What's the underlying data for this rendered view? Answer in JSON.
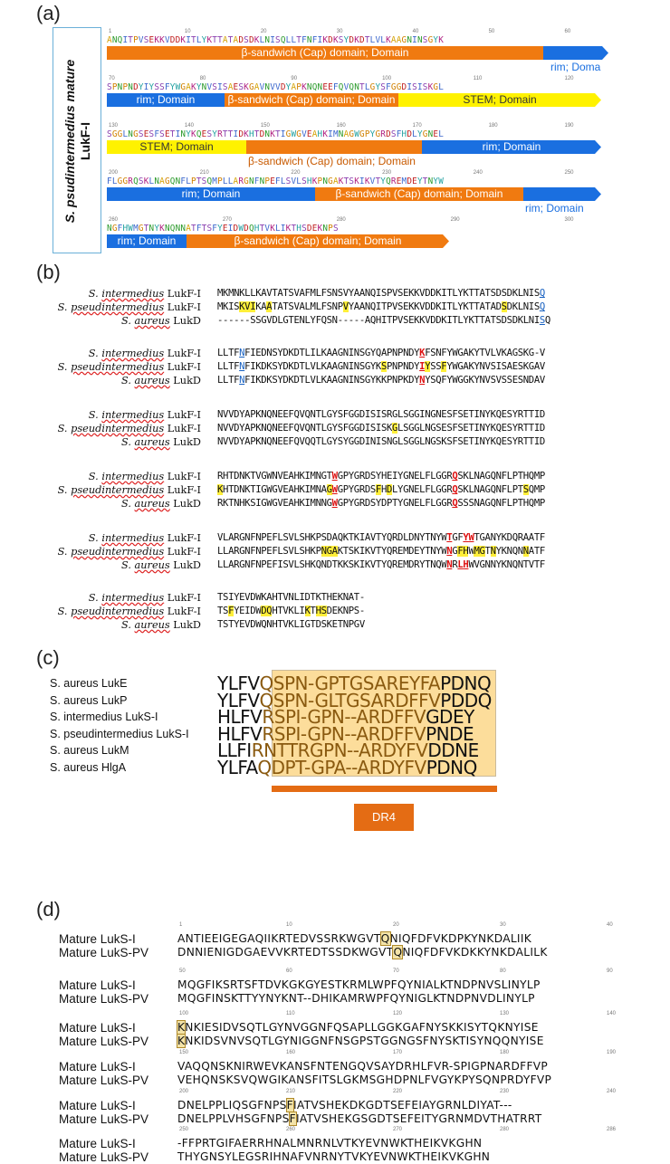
{
  "panels": {
    "a": {
      "label": "(a)",
      "side_title_line1": "S. psudintermedius mature",
      "side_title_line2": "LukF-I",
      "rows": [
        {
          "ruler": [
            "1",
            "10",
            "20",
            "30",
            "40",
            "50",
            "60"
          ],
          "seq": "ANQITPVSEKKVDDKITLYKTTATADSDKLNISQLLTFNFIKDKSYDKDTLVLKAAGNINSGYK",
          "bars": [
            {
              "type": "cap",
              "label": "β-sandwich (Cap) domain; Domain"
            },
            {
              "type": "rim",
              "label": ""
            }
          ],
          "sub": "rim; Doma"
        },
        {
          "ruler": [
            "70",
            "80",
            "90",
            "100",
            "110",
            "120"
          ],
          "seq": "SPNPNDYIYSSFYWGAKYNVSISAESKGAVNVVDYAPKNQNEEFQVQNTLGYSFGGDISISKGL",
          "bars": [
            {
              "type": "rim",
              "label": "rim; Domain"
            },
            {
              "type": "cap",
              "label": "β-sandwich (Cap) domain; Domain"
            },
            {
              "type": "stem",
              "label": "STEM; Domain"
            }
          ]
        },
        {
          "ruler": [
            "130",
            "140",
            "150",
            "160",
            "170",
            "180",
            "190"
          ],
          "seq": "SGGLNGSESFSETINYKQESYRTTIDKHTDNKTIGWGVEAHKIMNAGWGPYGRDSFHDLYGNEL",
          "bars": [
            {
              "type": "stem",
              "label": "STEM; Domain"
            },
            {
              "type": "cap",
              "label": ""
            },
            {
              "type": "rim",
              "label": "rim; Domain"
            }
          ],
          "sub": "β-sandwich (Cap) domain; Domain"
        },
        {
          "ruler": [
            "200",
            "210",
            "220",
            "230",
            "240",
            "250"
          ],
          "seq": "FLGGRQSKLNAGQNFLPTSQMPLLARGNFNPEFLSVLSHKPNGAKTSKIKVTYQREMDEYTNYW",
          "bars": [
            {
              "type": "rim",
              "label": "rim; Domain"
            },
            {
              "type": "cap",
              "label": "β-sandwich (Cap) domain; Domain"
            },
            {
              "type": "rim",
              "label": ""
            }
          ],
          "sub": "rim; Domain"
        },
        {
          "ruler": [
            "260",
            "270",
            "280",
            "290",
            "300"
          ],
          "seq": "NGFHWMGTNYKNQNNATFTSFYEIDWDQHTVKLIKTHSDEKNPS",
          "bars": [
            {
              "type": "rim",
              "label": "rim; Domain"
            },
            {
              "type": "cap",
              "label": "β-sandwich (Cap) domain; Domain"
            }
          ]
        }
      ]
    },
    "b": {
      "label": "(b)",
      "names": [
        "S. intermedius LukF-I",
        "S. pseudintermedius LukF-I",
        "S. aureus LukD"
      ],
      "blocks": [
        [
          "MKMNKLLKAVTATSVAFMLFSNSVYAANQISPVSEKKVDDKITLYKTTATSDSDKLNISQ",
          "MKISKVIKAATATSVALMLFSNPVYAANQITPVSEKKVDDKITLYKTTATADSDKLNISQ",
          "------SSGVDLGTENLYFQSN-----AQHITPVSEKKVDDKITLYKTTATSDSDKLNISQ"
        ],
        [
          "LLTFNFIEDNSYDKDTLILKAAGNINSGYQAPNPNDYKFSNFYWGAKYTVLVKAGSKG-V",
          "LLTFNFIKDKSYDKDTLVLKAAGNINSGYKSPNPNDYIYSSFYWGAKYNVSISAESKGAV",
          "LLTFNFIKDKSYDKDTLVLKAAGNINSGYKKPNPKDYNYSQFYWGGKYNVSVSSESNDAV"
        ],
        [
          "NVVDYAPKNQNEEFQVQNTLGYSFGGDISISRGLSGGINGNESFSETINYKQESYRTTID",
          "NVVDYAPKNQNEEFQVQNTLGYSFGGDISISKGLSGGLNGSESFSETINYKQESYRTTID",
          "NVVDYAPKNQNEEFQVQQTLGYSYGGDINISNGLSGGLNGSKSFSETINYKQESYRTTID"
        ],
        [
          "RHTDNKTVGWNVEAHKIMNGTWGPYGRDSYHEIYGNELFLGGRQSKLNAGQNFLPTHQMP",
          "KHTDNKTIGWGVEAHKIMNAGWGPYGRDSFHDLYGNELFLGGRQSKLNAGQNFLPTSQMP",
          "RKTNHKSIGWGVEAHKIMNNGWGPYGRDSYDPTYGNELFLGGRQSSSNAGQNFLPTHQMP"
        ],
        [
          "VLARGNFNPEFLSVLSHKPSDAQKTKIAVTYQRDLDNYTNYWTGFYWTGANYKDQRAATF",
          "LLARGNFNPEFLSVLSHKPNGAKTSKIKVTYQREMDEYTNYWNGFHWMGTNYKNQNNATF",
          "LLARGNFNPEFISVLSHKQNDTKKSKIKVTYQREMDRYTNQWNRLHWVGNNYKNQNTVTF"
        ],
        [
          "TSIYEVDWKAHTVNLIDTKTHEKNAT-",
          "TSFYEIDWDQHTVKLIKTHSDEKNPS-",
          "TSTYEVDWQNHTVKLIGTDSKETNPGV"
        ]
      ]
    },
    "c": {
      "label": "(c)",
      "rows": [
        {
          "name": "S. aureus LukE",
          "pre": "YLFV",
          "mid": "QSPN-GPTGSAREYFA",
          "post": "PDNQ"
        },
        {
          "name": "S. aureus LukP",
          "pre": "YLFV",
          "mid": "QSPN-GLTGSARDFFV",
          "post": "PDDQ"
        },
        {
          "name": "S. intermedius LukS-I",
          "pre": "HLFV",
          "mid": "RSPI-GPN--ARDFFV",
          "post": "GDEY"
        },
        {
          "name": "S. pseudintermedius LukS-I",
          "pre": "HLFV",
          "mid": "RSPI-GPN--ARDFFV",
          "post": "PNDE"
        },
        {
          "name": "S. aureus LukM",
          "pre": "LLFI",
          "mid": "RNTTRGPN--ARDYFV",
          "post": "DDNE"
        },
        {
          "name": "S. aureus HlgA",
          "pre": "YLFA",
          "mid": "QDPT-GPA--ARDYFV",
          "post": "PDNQ"
        }
      ],
      "region_label": "DR4"
    },
    "d": {
      "label": "(d)",
      "blocks": [
        {
          "ruler": [
            "1",
            "10",
            "20",
            "30",
            "40"
          ],
          "rows": [
            {
              "name": "Mature LukS-I",
              "seq": "ANTIEEIGEGAQIIKRTEDVSSRKWGVTQNIQFDFVKDPKYNKDALIIK"
            },
            {
              "name": "Mature LukS-PV",
              "seq": "DNNIENIGDGAEVVKRTEDTSSDKWGVTQNIQFDFVKDKKYNKDALILK"
            }
          ]
        },
        {
          "ruler": [
            "50",
            "60",
            "70",
            "80",
            "90"
          ],
          "rows": [
            {
              "name": "Mature LukS-I",
              "seq": "MQGFIKSRTSFTDVKGKGYESTKRMLWPFQYNIALKTNDPNVSLINYLP"
            },
            {
              "name": "Mature LukS-PV",
              "seq": "MQGFINSKTTYYNYKNT--DHIKAMRWPFQYNIGLKTNDPNVDLINYLP"
            }
          ]
        },
        {
          "ruler": [
            "100",
            "110",
            "120",
            "130",
            "140"
          ],
          "rows": [
            {
              "name": "Mature LukS-I",
              "seq": "KNKIESIDVSQTLGYNVGGNFQSAPLLGGKGAFNYSKKISYTQKNYISE"
            },
            {
              "name": "Mature LukS-PV",
              "seq": "KNKIDSVNVSQTLGYNIGGNFNSGPSTGGNGSFNYSKTISYNQQNYISE"
            }
          ]
        },
        {
          "ruler": [
            "150",
            "160",
            "170",
            "180",
            "190"
          ],
          "rows": [
            {
              "name": "Mature LukS-I",
              "seq": "VAQQNSKNIRWEVKANSFNTENGQVSAYDRHLFVR-SPIGPNARDFFVP"
            },
            {
              "name": "Mature LukS-PV",
              "seq": "VEHQNSKSVQWGIKANSFITSLGKMSGHDPNLFVGYKPYSQNPRDYFVP"
            }
          ]
        },
        {
          "ruler": [
            "200",
            "210",
            "220",
            "230",
            "240"
          ],
          "rows": [
            {
              "name": "Mature LukS-I",
              "seq": "DNELPPLIQSGFNPSFIATVSHEKDKGDTSEFEIAYGRNLDIYAT---"
            },
            {
              "name": "Mature LukS-PV",
              "seq": "DNELPPLVHSGFNPSFIATVSHEKGSGDTSEFEITYGRNMDVTHATRRT"
            }
          ]
        },
        {
          "ruler": [
            "250",
            "260",
            "270",
            "280",
            "286"
          ],
          "rows": [
            {
              "name": "Mature LukS-I",
              "seq": "-FFPRTGIFAERRHNALMNRNLVTKYEVNWKTHEIKVKGHN"
            },
            {
              "name": "Mature LukS-PV",
              "seq": "THYGNSYLEGSRIHNAFVNRNYTVKYEVNWKTHEIKVKGHN"
            }
          ]
        }
      ]
    }
  },
  "colors": {
    "cap": "#f07a10",
    "rim": "#1a6fe0",
    "stem": "#fff200",
    "highlight": "#ffef3a",
    "dr4": "#e46c14"
  }
}
